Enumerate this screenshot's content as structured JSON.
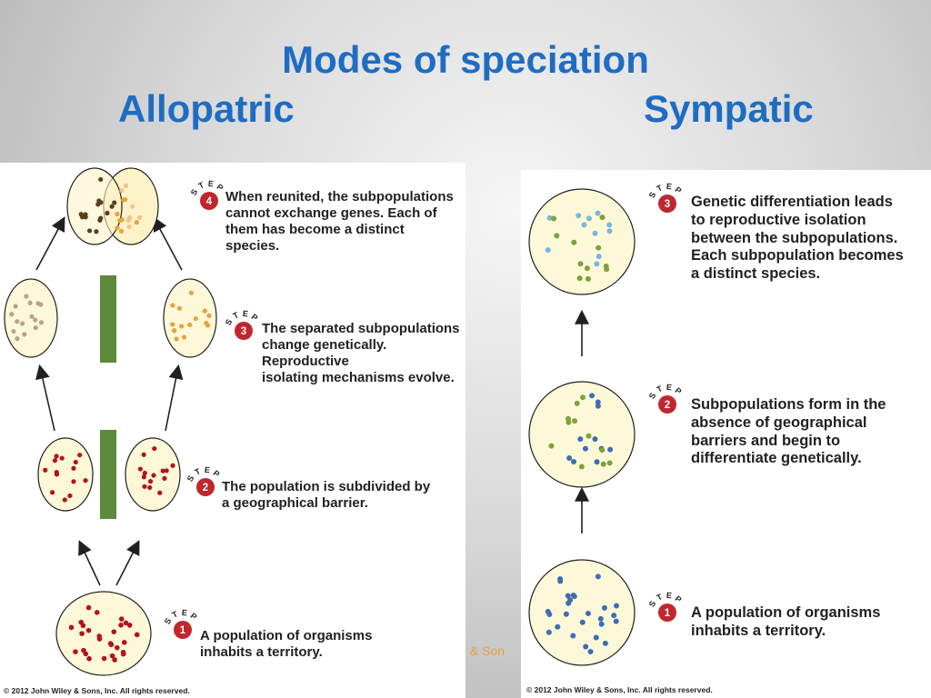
{
  "slide": {
    "title": "Modes of speciation",
    "subtitle_left": "Allopatric",
    "subtitle_right": "Sympatic",
    "footer_fragment": "y & Son"
  },
  "allopatric": {
    "copyright": "© 2012 John Wiley & Sons, Inc. All rights reserved.",
    "step_word": "STEP",
    "steps": [
      {
        "number": "1",
        "lines": [
          "A population of organisms",
          "inhabits a territory."
        ]
      },
      {
        "number": "2",
        "lines": [
          "The population is subdivided by",
          "a geographical barrier."
        ]
      },
      {
        "number": "3",
        "lines": [
          "The separated subpopulations",
          "change genetically. Reproductive",
          "isolating mechanisms evolve."
        ]
      },
      {
        "number": "4",
        "lines": [
          "When reunited, the subpopulations",
          "cannot exchange genes. Each of",
          "them has become a distinct",
          "species."
        ]
      }
    ]
  },
  "sympatric": {
    "copyright": "© 2012 John Wiley & Sons, Inc. All rights reserved.",
    "step_word": "STEP",
    "steps": [
      {
        "number": "1",
        "lines": [
          "A population of organisms",
          "inhabits a territory."
        ]
      },
      {
        "number": "2",
        "lines": [
          "Subpopulations form in the",
          "absence of geographical",
          "barriers and begin to",
          "differentiate genetically."
        ]
      },
      {
        "number": "3",
        "lines": [
          "Genetic differentiation leads",
          "to reproductive isolation",
          "between the subpopulations.",
          "Each subpopulation becomes",
          "a distinct species."
        ]
      }
    ]
  },
  "colors": {
    "title_blue": "#1f6dc2",
    "circle_fill": "#fdf8d8",
    "step_badge": "#c0272d",
    "barrier_green": "#5a8a3a",
    "dot_red": "#b5121b",
    "dot_brown": "#5a3e1f",
    "dot_tan": "#b9a48a",
    "dot_orange": "#e8a33a",
    "dot_blue": "#3e6db5",
    "dot_green": "#7ea33a",
    "dot_lightblue": "#7ab6e0"
  }
}
